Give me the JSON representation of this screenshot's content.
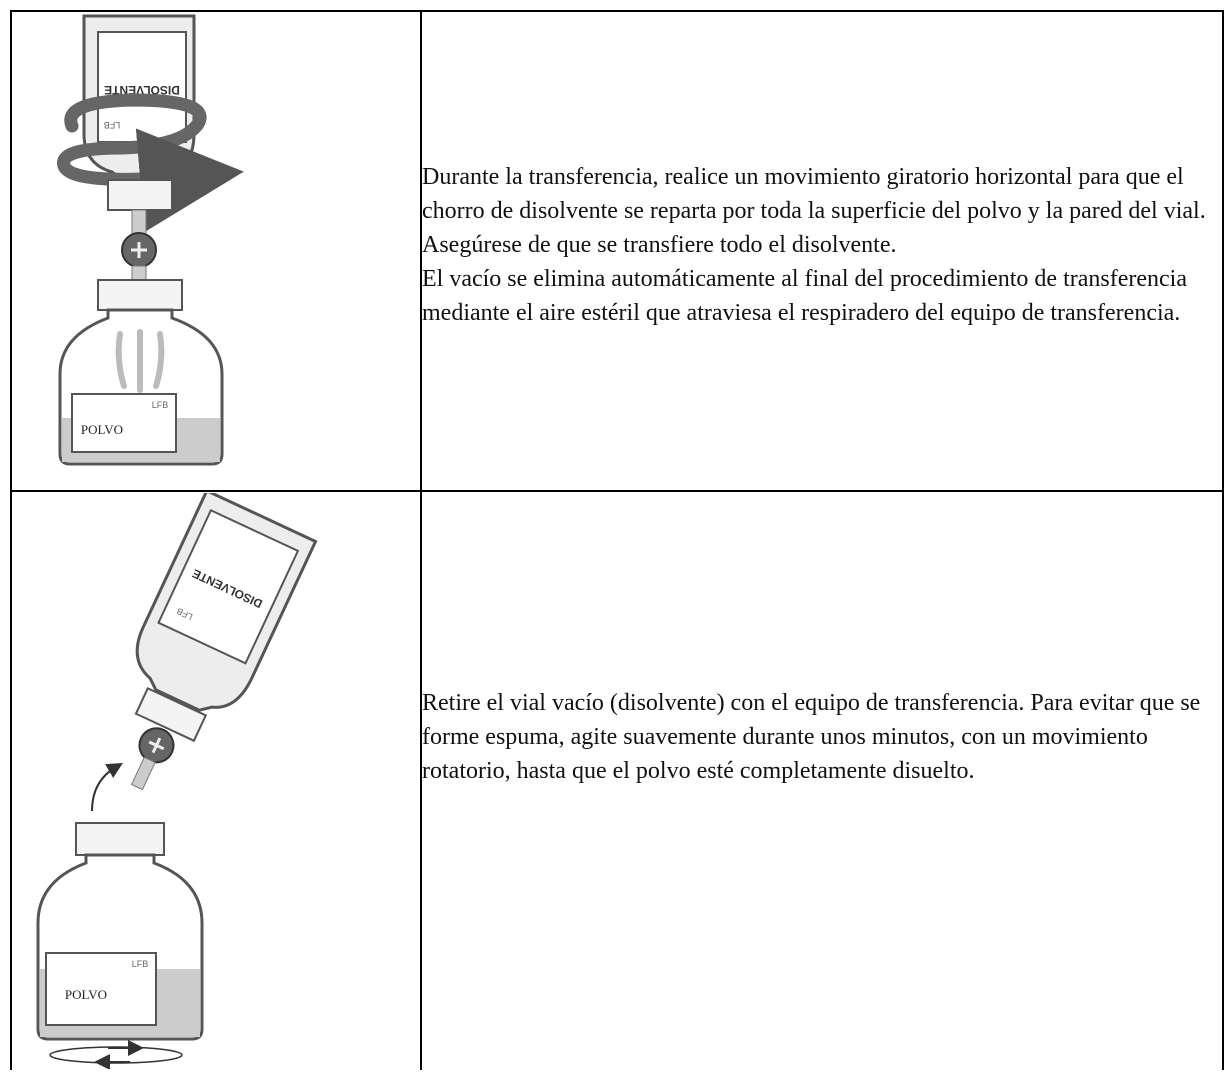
{
  "rows": [
    {
      "illustration": {
        "top_vial_label": "DISOLVENTE",
        "bottom_vial_label": "POLVO",
        "brand_mark": "LFB"
      },
      "paragraphs": [
        "Durante la transferencia, realice un movimiento giratorio horizontal para que el chorro de disolvente se reparta por toda la superficie del polvo y la pared del vial. Asegúrese de que se transfiere todo el disolvente.",
        "El vacío se elimina automáticamente al final del procedimiento de transferencia mediante el aire estéril que atraviesa el respiradero del equipo de transferencia."
      ]
    },
    {
      "illustration": {
        "top_vial_label": "DISOLVENTE",
        "bottom_vial_label": "POLVO",
        "brand_mark": "LFB"
      },
      "paragraphs": [
        "Retire el vial vacío (disolvente) con el equipo de transferencia. Para evitar que se forme espuma, agite suavemente durante unos minutos, con un movimiento rotatorio, hasta que el polvo esté completamente disuelto."
      ]
    }
  ]
}
